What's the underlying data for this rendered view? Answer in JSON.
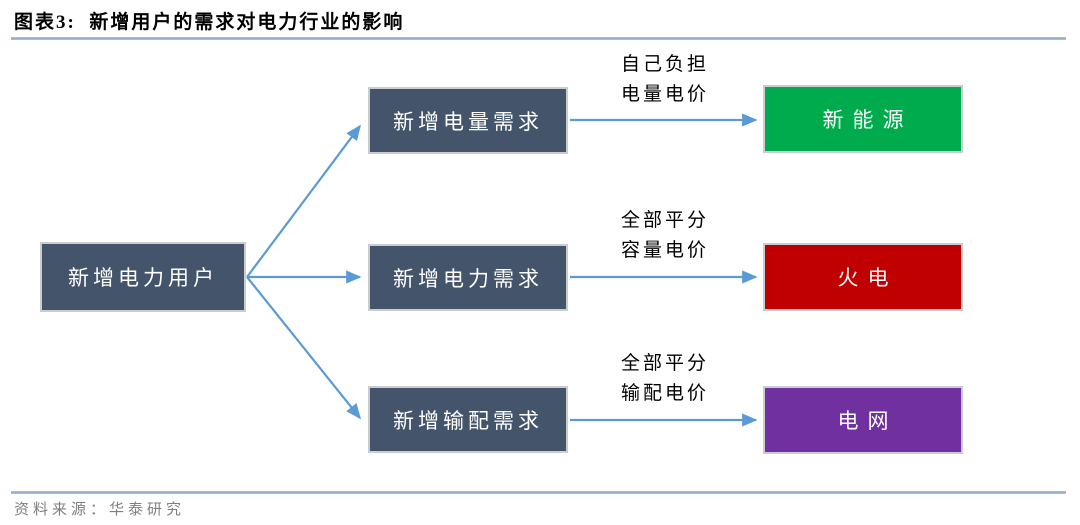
{
  "figure": {
    "title": "图表3:  新增用户的需求对电力行业的影响",
    "source": "资料来源：华泰研究"
  },
  "diagram": {
    "root_label": "新增电力用户",
    "branches": [
      {
        "demand_label": "新增电量需求",
        "arrow_note_line1": "自己负担",
        "arrow_note_line2": "电量电价",
        "target_label": "新能源",
        "target_color": "#00AB4E"
      },
      {
        "demand_label": "新增电力需求",
        "arrow_note_line1": "全部平分",
        "arrow_note_line2": "容量电价",
        "target_label": "火电",
        "target_color": "#C00000"
      },
      {
        "demand_label": "新增输配需求",
        "arrow_note_line1": "全部平分",
        "arrow_note_line2": "输配电价",
        "target_label": "电网",
        "target_color": "#7030A0"
      }
    ],
    "colors": {
      "node_fill": "#44546A",
      "arrow": "#5B9BD5"
    }
  }
}
